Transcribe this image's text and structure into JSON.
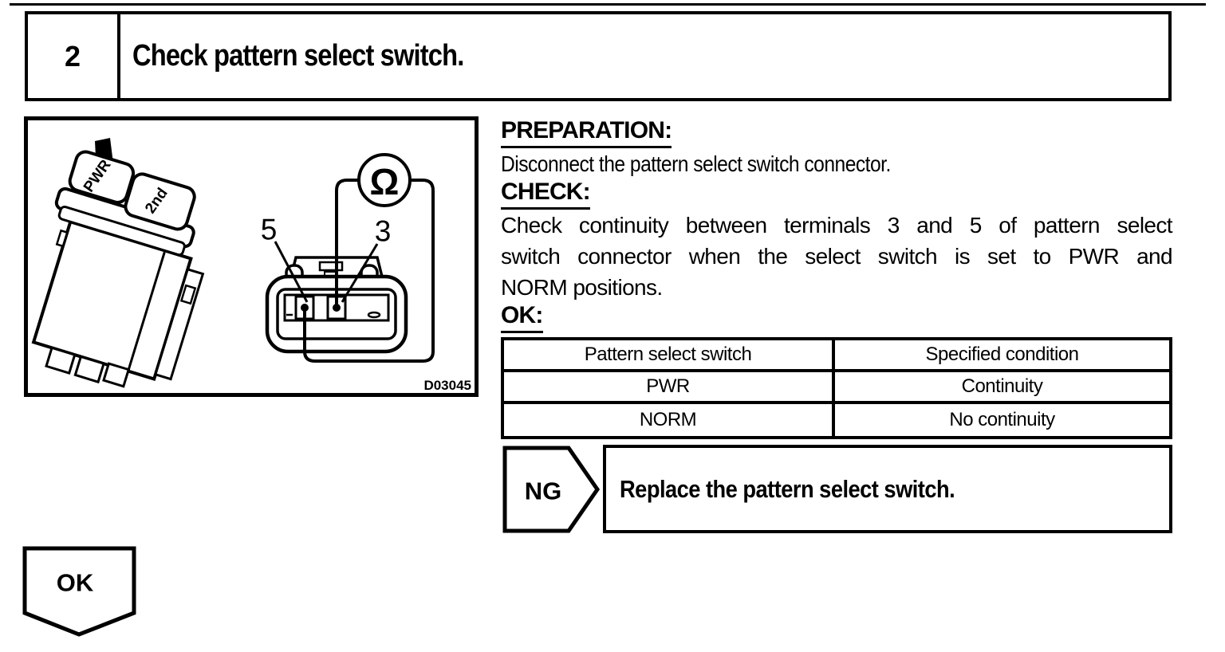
{
  "header": {
    "step_number": "2",
    "title": "Check pattern select switch."
  },
  "figure": {
    "code": "D03045",
    "switch_button_top": "PWR",
    "switch_button_bottom": "2nd",
    "ohmmeter_symbol": "Ω",
    "terminal_left_label": "5",
    "terminal_right_label": "3"
  },
  "instructions": {
    "preparation_heading": "PREPARATION:",
    "preparation_text": "Disconnect the pattern select switch connector.",
    "check_heading": "CHECK:",
    "check_line1": "Check continuity between terminals 3 and 5 of pattern select",
    "check_line2": "switch connector when the select switch is set to PWR and",
    "check_line3": "NORM positions.",
    "ok_heading": "OK:"
  },
  "table": {
    "headers": [
      "Pattern select switch",
      "Specified condition"
    ],
    "rows": [
      [
        "PWR",
        "Continuity"
      ],
      [
        "NORM",
        "No continuity"
      ]
    ]
  },
  "ng": {
    "label": "NG",
    "action": "Replace the pattern select switch."
  },
  "ok": {
    "label": "OK"
  }
}
